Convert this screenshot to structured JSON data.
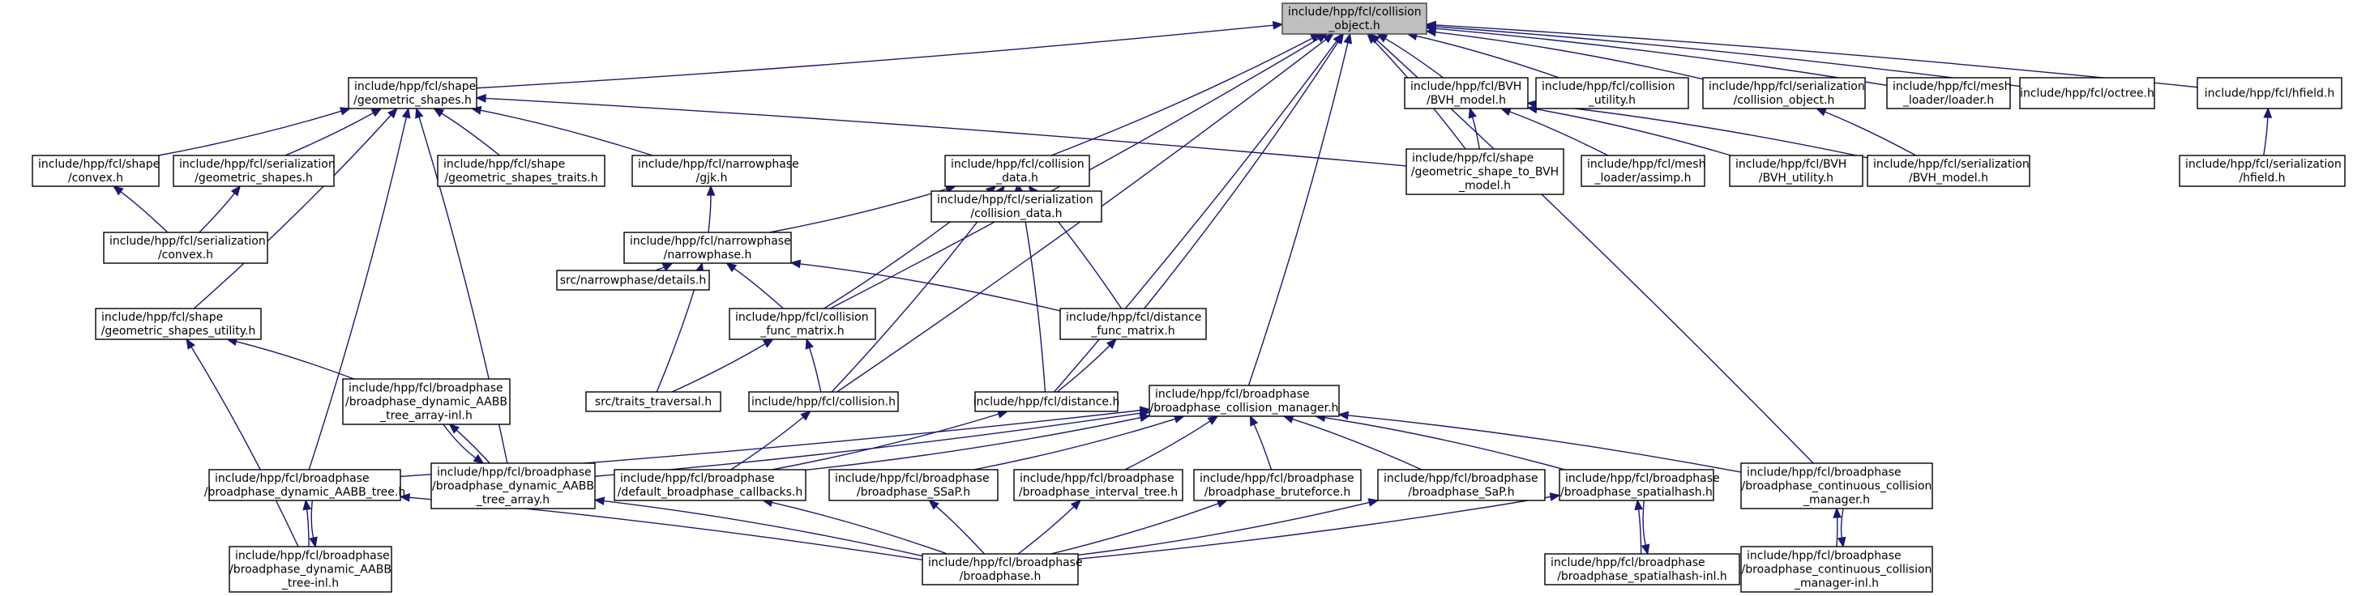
{
  "nodes": [
    {
      "id": "root",
      "lines": [
        "include/hpp/fcl/collision",
        "_object.h"
      ],
      "root": true
    },
    {
      "id": "geom",
      "lines": [
        "include/hpp/fcl/shape",
        "/geometric_shapes.h"
      ]
    },
    {
      "id": "bvh_model",
      "lines": [
        "include/hpp/fcl/BVH",
        "/BVH_model.h"
      ]
    },
    {
      "id": "coll_util",
      "lines": [
        "include/hpp/fcl/collision",
        "_utility.h"
      ]
    },
    {
      "id": "ser_collobj",
      "lines": [
        "include/hpp/fcl/serialization",
        "/collision_object.h"
      ]
    },
    {
      "id": "mesh_loader",
      "lines": [
        "include/hpp/fcl/mesh",
        "_loader/loader.h"
      ]
    },
    {
      "id": "octree",
      "lines": [
        "include/hpp/fcl/octree.h"
      ]
    },
    {
      "id": "hfield",
      "lines": [
        "include/hpp/fcl/hfield.h"
      ]
    },
    {
      "id": "convex",
      "lines": [
        "include/hpp/fcl/shape",
        "/convex.h"
      ]
    },
    {
      "id": "ser_geom",
      "lines": [
        "include/hpp/fcl/serialization",
        "/geometric_shapes.h"
      ]
    },
    {
      "id": "geom_traits",
      "lines": [
        "include/hpp/fcl/shape",
        "/geometric_shapes_traits.h"
      ]
    },
    {
      "id": "gjk",
      "lines": [
        "include/hpp/fcl/narrowphase",
        "/gjk.h"
      ]
    },
    {
      "id": "coll_data",
      "lines": [
        "include/hpp/fcl/collision",
        "_data.h"
      ]
    },
    {
      "id": "shape_to_bvh",
      "lines": [
        "include/hpp/fcl/shape",
        "/geometric_shape_to_BVH",
        "_model.h"
      ]
    },
    {
      "id": "assimp",
      "lines": [
        "include/hpp/fcl/mesh",
        "_loader/assimp.h"
      ]
    },
    {
      "id": "bvh_utility",
      "lines": [
        "include/hpp/fcl/BVH",
        "/BVH_utility.h"
      ]
    },
    {
      "id": "ser_bvh",
      "lines": [
        "include/hpp/fcl/serialization",
        "/BVH_model.h"
      ]
    },
    {
      "id": "ser_hfield",
      "lines": [
        "include/hpp/fcl/serialization",
        "/hfield.h"
      ]
    },
    {
      "id": "ser_convex",
      "lines": [
        "include/hpp/fcl/serialization",
        "/convex.h"
      ]
    },
    {
      "id": "narrowphase",
      "lines": [
        "include/hpp/fcl/narrowphase",
        "/narrowphase.h"
      ]
    },
    {
      "id": "ser_colldata",
      "lines": [
        "include/hpp/fcl/serialization",
        "/collision_data.h"
      ]
    },
    {
      "id": "geom_util",
      "lines": [
        "include/hpp/fcl/shape",
        "/geometric_shapes_utility.h"
      ]
    },
    {
      "id": "details",
      "lines": [
        "src/narrowphase/details.h"
      ]
    },
    {
      "id": "coll_func",
      "lines": [
        "include/hpp/fcl/collision",
        "_func_matrix.h"
      ]
    },
    {
      "id": "dist_func",
      "lines": [
        "include/hpp/fcl/distance",
        "_func_matrix.h"
      ]
    },
    {
      "id": "dyn_aabb_arr_inl",
      "lines": [
        "include/hpp/fcl/broadphase",
        "/broadphase_dynamic_AABB",
        "_tree_array-inl.h"
      ]
    },
    {
      "id": "traits_trav",
      "lines": [
        "src/traits_traversal.h"
      ]
    },
    {
      "id": "collision",
      "lines": [
        "include/hpp/fcl/collision.h"
      ]
    },
    {
      "id": "distance",
      "lines": [
        "include/hpp/fcl/distance.h"
      ]
    },
    {
      "id": "bp_mgr",
      "lines": [
        "include/hpp/fcl/broadphase",
        "/broadphase_collision_manager.h"
      ]
    },
    {
      "id": "dyn_aabb",
      "lines": [
        "include/hpp/fcl/broadphase",
        "/broadphase_dynamic_AABB_tree.h"
      ]
    },
    {
      "id": "dyn_aabb_arr",
      "lines": [
        "include/hpp/fcl/broadphase",
        "/broadphase_dynamic_AABB",
        "_tree_array.h"
      ]
    },
    {
      "id": "default_cb",
      "lines": [
        "include/hpp/fcl/broadphase",
        "/default_broadphase_callbacks.h"
      ]
    },
    {
      "id": "ssap",
      "lines": [
        "include/hpp/fcl/broadphase",
        "/broadphase_SSaP.h"
      ]
    },
    {
      "id": "interval",
      "lines": [
        "include/hpp/fcl/broadphase",
        "/broadphase_interval_tree.h"
      ]
    },
    {
      "id": "brute",
      "lines": [
        "include/hpp/fcl/broadphase",
        "/broadphase_bruteforce.h"
      ]
    },
    {
      "id": "sap",
      "lines": [
        "include/hpp/fcl/broadphase",
        "/broadphase_SaP.h"
      ]
    },
    {
      "id": "spatial",
      "lines": [
        "include/hpp/fcl/broadphase",
        "/broadphase_spatialhash.h"
      ]
    },
    {
      "id": "cont_mgr",
      "lines": [
        "include/hpp/fcl/broadphase",
        "/broadphase_continuous_collision",
        "_manager.h"
      ]
    },
    {
      "id": "dyn_aabb_inl",
      "lines": [
        "include/hpp/fcl/broadphase",
        "/broadphase_dynamic_AABB",
        "_tree-inl.h"
      ]
    },
    {
      "id": "broadphase",
      "lines": [
        "include/hpp/fcl/broadphase",
        "/broadphase.h"
      ]
    },
    {
      "id": "spatial_inl",
      "lines": [
        "include/hpp/fcl/broadphase",
        "/broadphase_spatialhash-inl.h"
      ]
    },
    {
      "id": "cont_mgr_inl",
      "lines": [
        "include/hpp/fcl/broadphase",
        "/broadphase_continuous_collision",
        "_manager-inl.h"
      ]
    }
  ],
  "edges": [
    [
      "geom",
      "root"
    ],
    [
      "bvh_model",
      "root"
    ],
    [
      "coll_util",
      "root"
    ],
    [
      "ser_collobj",
      "root"
    ],
    [
      "mesh_loader",
      "root"
    ],
    [
      "octree",
      "root"
    ],
    [
      "hfield",
      "root"
    ],
    [
      "coll_data",
      "root"
    ],
    [
      "shape_to_bvh",
      "root"
    ],
    [
      "coll_func",
      "root"
    ],
    [
      "dist_func",
      "root"
    ],
    [
      "collision",
      "root"
    ],
    [
      "distance",
      "root"
    ],
    [
      "bp_mgr",
      "root"
    ],
    [
      "cont_mgr",
      "root"
    ],
    [
      "convex",
      "geom"
    ],
    [
      "ser_geom",
      "geom"
    ],
    [
      "geom_traits",
      "geom"
    ],
    [
      "gjk",
      "geom"
    ],
    [
      "shape_to_bvh",
      "geom"
    ],
    [
      "geom_util",
      "geom"
    ],
    [
      "dyn_aabb",
      "geom"
    ],
    [
      "dyn_aabb_arr",
      "geom"
    ],
    [
      "ser_convex",
      "convex"
    ],
    [
      "ser_convex",
      "ser_geom"
    ],
    [
      "narrowphase",
      "gjk"
    ],
    [
      "narrowphase",
      "coll_data"
    ],
    [
      "ser_colldata",
      "coll_data"
    ],
    [
      "coll_func",
      "coll_data"
    ],
    [
      "dist_func",
      "coll_data"
    ],
    [
      "collision",
      "coll_data"
    ],
    [
      "distance",
      "coll_data"
    ],
    [
      "shape_to_bvh",
      "bvh_model"
    ],
    [
      "assimp",
      "bvh_model"
    ],
    [
      "bvh_utility",
      "bvh_model"
    ],
    [
      "ser_bvh",
      "bvh_model"
    ],
    [
      "ser_bvh",
      "ser_collobj"
    ],
    [
      "ser_hfield",
      "hfield"
    ],
    [
      "details",
      "narrowphase"
    ],
    [
      "coll_func",
      "narrowphase"
    ],
    [
      "dist_func",
      "narrowphase"
    ],
    [
      "traits_trav",
      "narrowphase"
    ],
    [
      "dyn_aabb_arr_inl",
      "geom_util"
    ],
    [
      "dyn_aabb_inl",
      "geom_util"
    ],
    [
      "traits_trav",
      "coll_func"
    ],
    [
      "collision",
      "coll_func"
    ],
    [
      "distance",
      "dist_func"
    ],
    [
      "dyn_aabb_arr",
      "dyn_aabb_arr_inl"
    ],
    [
      "dyn_aabb_arr_inl",
      "dyn_aabb_arr"
    ],
    [
      "default_cb",
      "collision"
    ],
    [
      "default_cb",
      "distance"
    ],
    [
      "dyn_aabb",
      "bp_mgr"
    ],
    [
      "dyn_aabb_arr",
      "bp_mgr"
    ],
    [
      "default_cb",
      "bp_mgr"
    ],
    [
      "ssap",
      "bp_mgr"
    ],
    [
      "interval",
      "bp_mgr"
    ],
    [
      "brute",
      "bp_mgr"
    ],
    [
      "sap",
      "bp_mgr"
    ],
    [
      "spatial",
      "bp_mgr"
    ],
    [
      "cont_mgr",
      "bp_mgr"
    ],
    [
      "broadphase",
      "dyn_aabb"
    ],
    [
      "broadphase",
      "dyn_aabb_arr"
    ],
    [
      "broadphase",
      "default_cb"
    ],
    [
      "broadphase",
      "ssap"
    ],
    [
      "broadphase",
      "interval"
    ],
    [
      "broadphase",
      "brute"
    ],
    [
      "broadphase",
      "sap"
    ],
    [
      "broadphase",
      "spatial"
    ],
    [
      "dyn_aabb_inl",
      "dyn_aabb"
    ],
    [
      "dyn_aabb",
      "dyn_aabb_inl"
    ],
    [
      "spatial_inl",
      "spatial"
    ],
    [
      "spatial",
      "spatial_inl"
    ],
    [
      "cont_mgr_inl",
      "cont_mgr"
    ],
    [
      "cont_mgr",
      "cont_mgr_inl"
    ]
  ]
}
